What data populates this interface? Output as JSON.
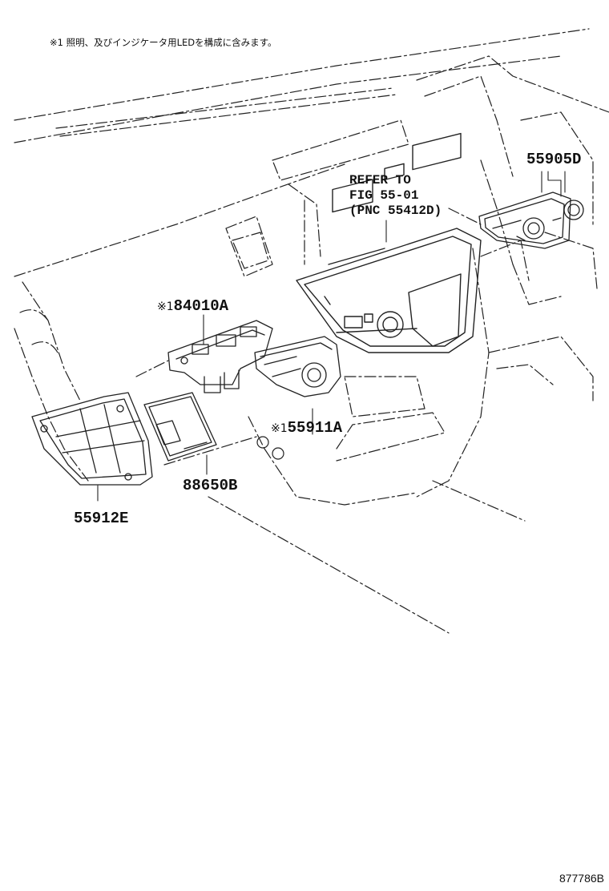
{
  "note": "※1 照明、及びインジケータ用LEDを構成に含みます。",
  "reference": {
    "line1": "REFER TO",
    "line2": "FIG 55-01",
    "line3": "(PNC 55412D)"
  },
  "parts": [
    {
      "id": "55905D",
      "marker": ""
    },
    {
      "id": "84010A",
      "marker": "※1"
    },
    {
      "id": "55911A",
      "marker": "※1"
    },
    {
      "id": "55912E",
      "marker": ""
    },
    {
      "id": "88650B",
      "marker": ""
    }
  ],
  "figure_id": "877786B"
}
